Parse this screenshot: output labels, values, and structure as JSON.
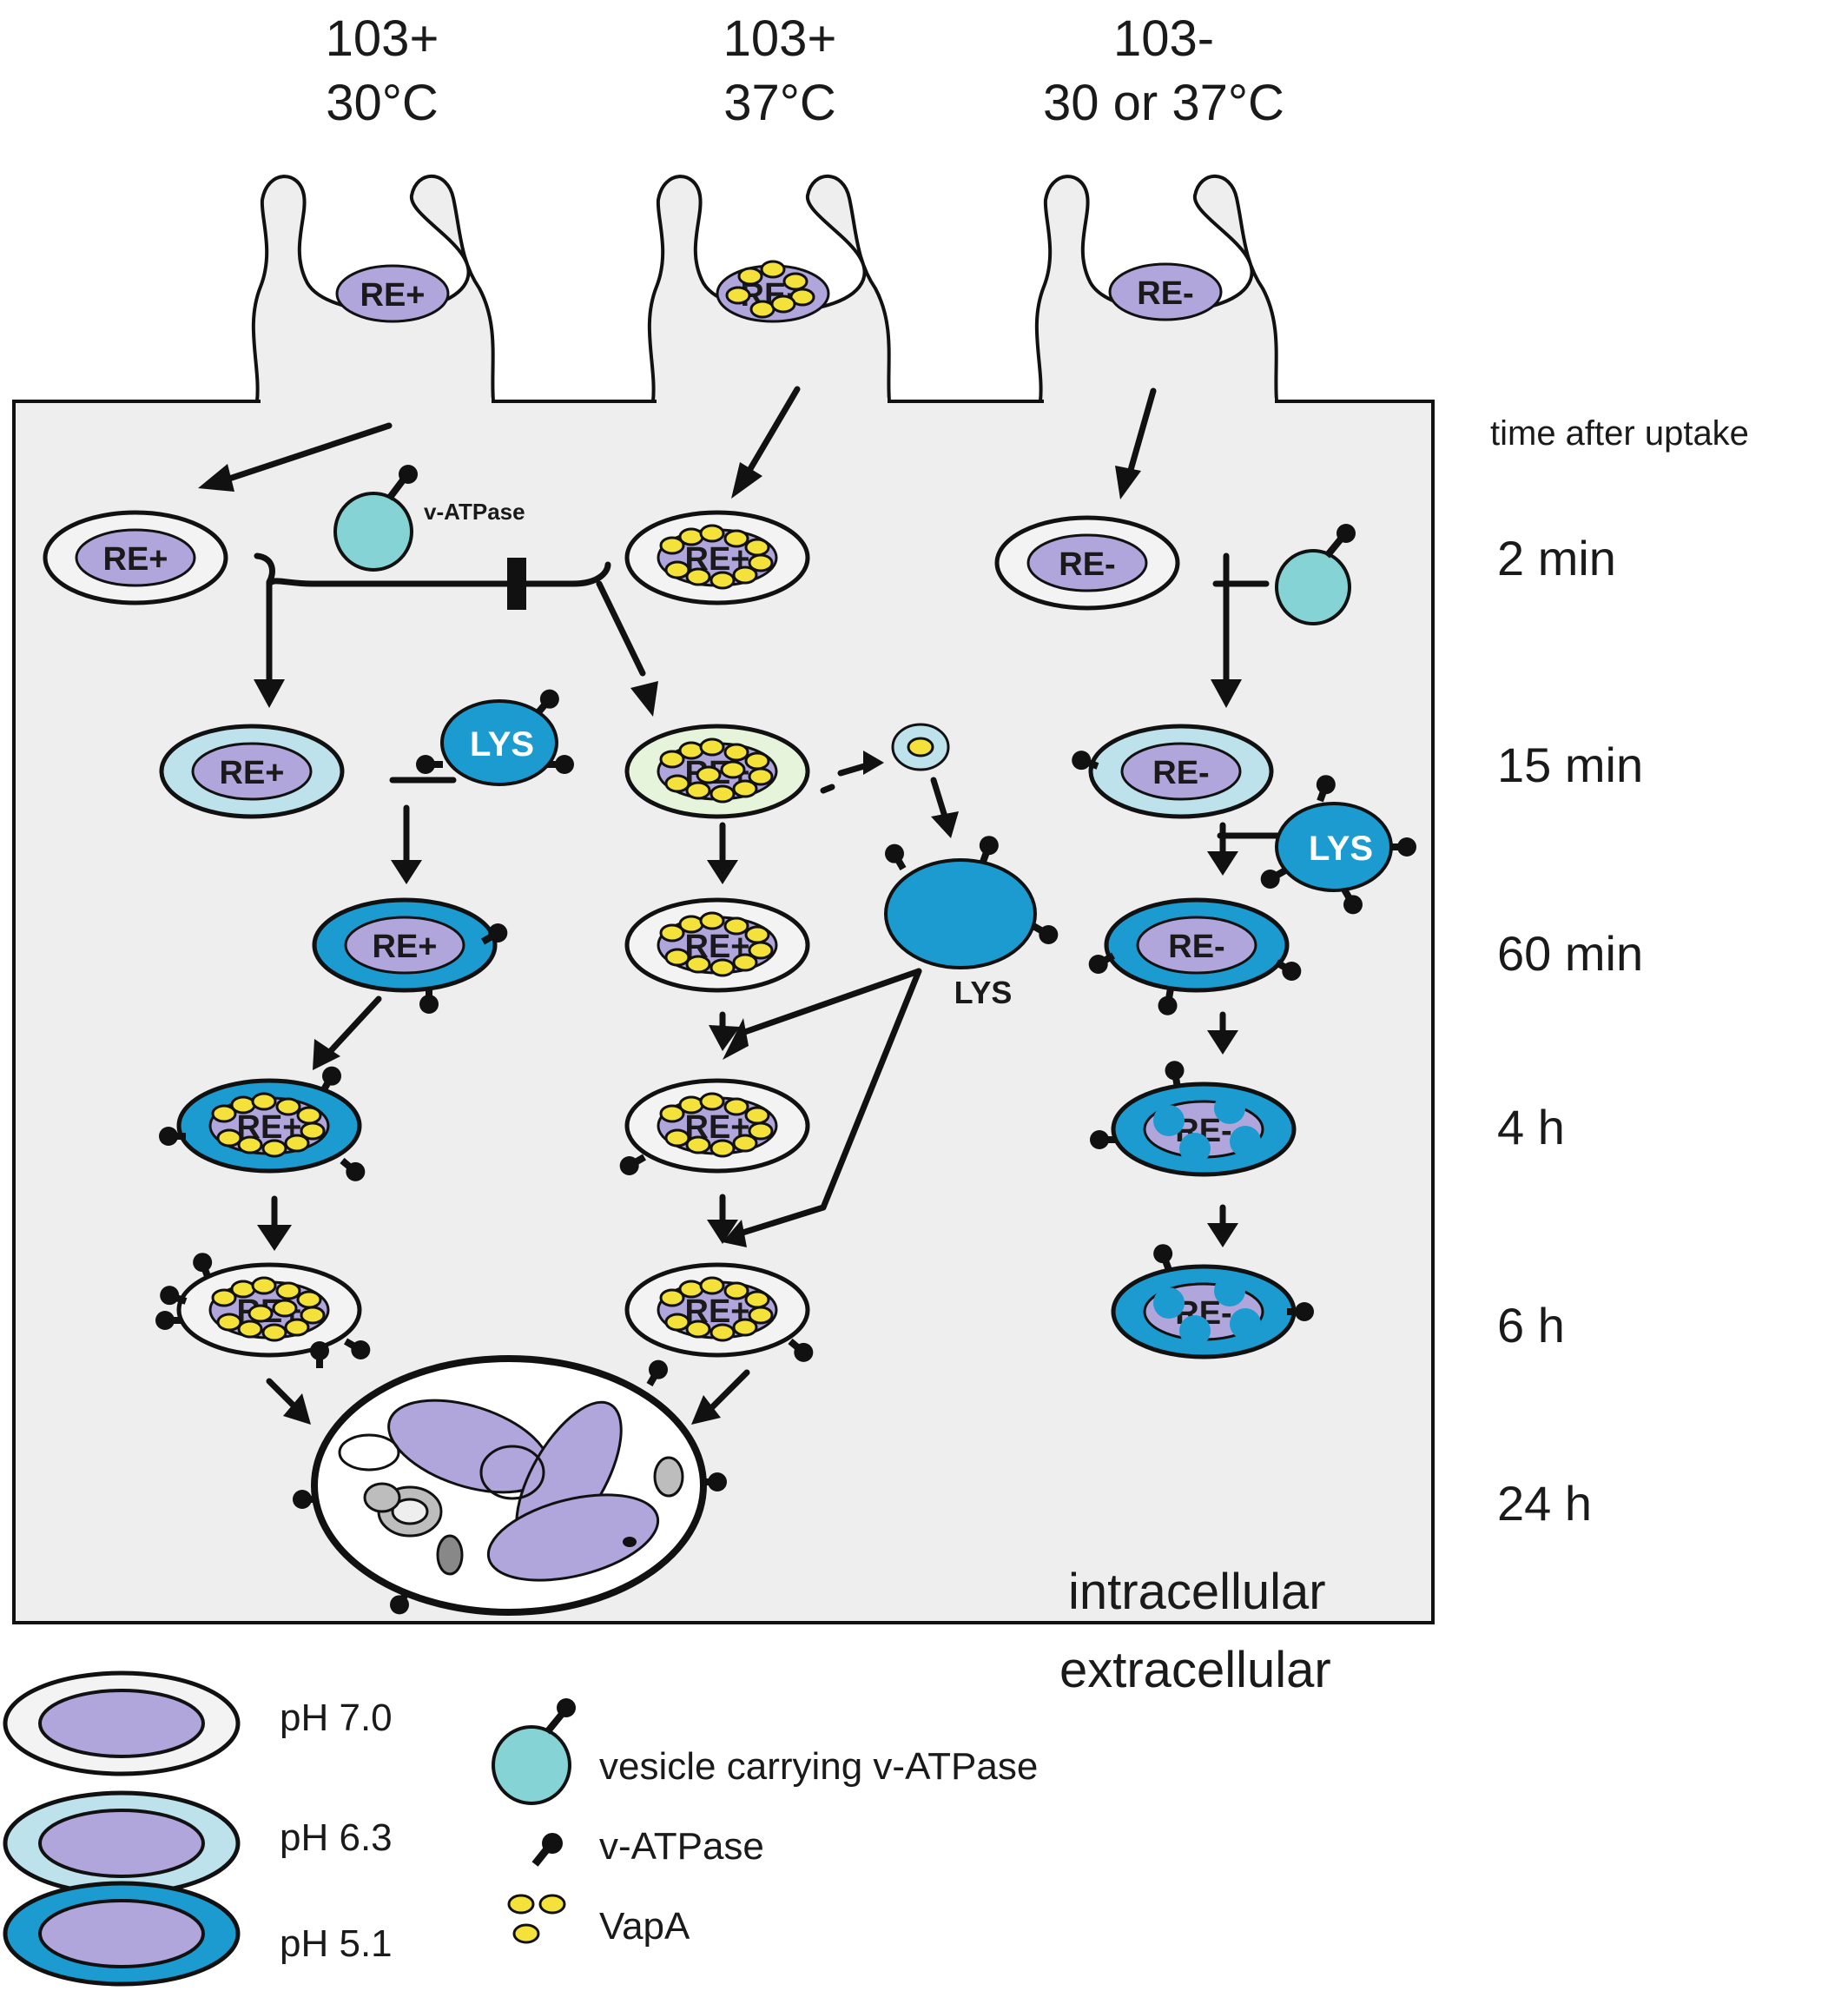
{
  "columns": [
    {
      "strain": "103+",
      "temp": "30°C"
    },
    {
      "strain": "103+",
      "temp": "37°C"
    },
    {
      "strain": "103-",
      "temp": "30 or 37°C"
    }
  ],
  "time_header": "time after uptake",
  "timepoints": [
    "2 min",
    "15 min",
    "60 min",
    "4 h",
    "6 h",
    "24 h"
  ],
  "labels": {
    "re_plus": "RE+",
    "re_minus": "RE-",
    "lys": "LYS",
    "v_atpase_small": "v-ATPase",
    "intracellular": "intracellular",
    "extracellular": "extracellular"
  },
  "legend": {
    "ph_items": [
      "pH 7.0",
      "pH 6.3",
      "pH 5.1"
    ],
    "vesicle": "vesicle carrying v-ATPase",
    "v_atpase": "v-ATPase",
    "vapa": "VapA"
  },
  "colors": {
    "cell_bg": "#eeeeee",
    "bacterium": "#b0a6dc",
    "ph_7_0": "#f3f3f3",
    "ph_6_3": "#bde2ec",
    "ph_6_3_light": "#e6f4dc",
    "ph_5_1": "#1b9bd0",
    "vesicle": "#86d3d6",
    "vapa": "#f4e23a",
    "outline": "#111111"
  }
}
